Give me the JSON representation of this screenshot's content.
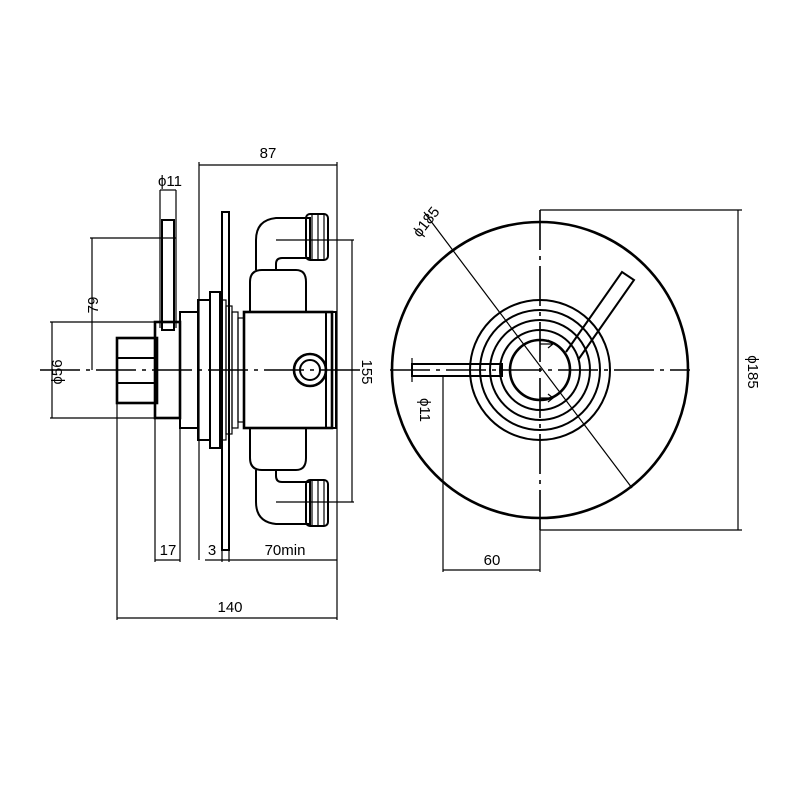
{
  "side_view": {
    "dim_width_top": "87",
    "dim_pin_dia": "ϕ11",
    "dim_height_79": "79",
    "dim_cap_dia": "ϕ56",
    "dim_height_155": "155",
    "dim_cap_depth": "17",
    "dim_plate": "3",
    "dim_min_depth": "70min",
    "dim_total_depth": "140"
  },
  "front_view": {
    "dim_plate_dia_diag": "ϕ185",
    "dim_plate_dia_vert": "ϕ185",
    "dim_lever_dia": "ϕ11",
    "dim_lever_length": "60"
  }
}
